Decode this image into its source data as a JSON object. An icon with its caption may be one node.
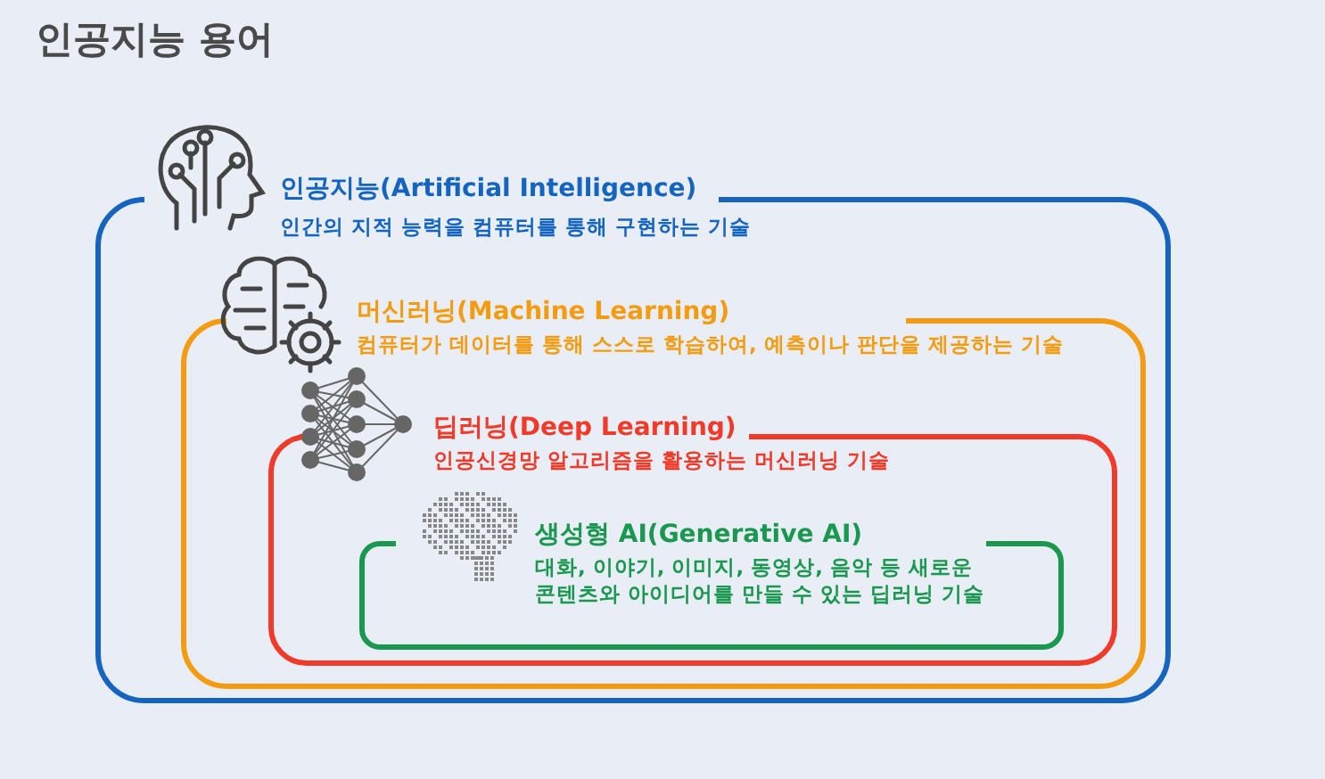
{
  "diagram": {
    "title": "인공지능 용어",
    "nodes": [
      {
        "text": [
          "인공지능(Artificial Intelligence)",
          "인간의 지적 능력을 컴퓨터를 통해 구현하는 기술"
        ]
      },
      {
        "text": [
          "머신러닝(Machine Learning)",
          "컴퓨터가 데이터를 통해 스스로 학습하여, 예측이나 판단을 제공하는 기술"
        ],
        "in": 0
      },
      {
        "text": [
          "딥러닝(Deep Learning)",
          "인공신경망 알고리즘을 활용하는 머신러닝 기술"
        ],
        "in": 1
      },
      {
        "text": [
          "생성형 AI(Generative AI)",
          "대화, 이야기, 이미지, 동영상, 음악 등 새로운 콘텐츠와 아이디어를 만들 수 있는 딥러닝 기술"
        ],
        "in": 2
      }
    ]
  }
}
